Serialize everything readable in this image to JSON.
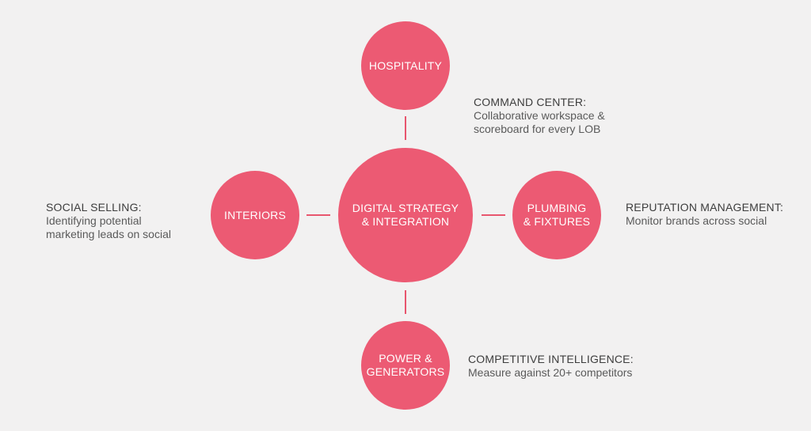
{
  "colors": {
    "background": "#f2f1f1",
    "node_fill": "#ec5a73",
    "connector": "#e8566e",
    "node_text": "#ffffff",
    "note_text": "#4a4a4a"
  },
  "nodes": {
    "center": "DIGITAL STRATEGY\n& INTEGRATION",
    "top": "HOSPITALITY",
    "left": "INTERIORS",
    "right": "PLUMBING\n& FIXTURES",
    "bottom": "POWER &\nGENERATORS"
  },
  "notes": {
    "command_center": {
      "title": "COMMAND CENTER:",
      "body": "Collaborative workspace &\nscoreboard for every LOB"
    },
    "social_selling": {
      "title": "SOCIAL SELLING:",
      "body": "Identifying potential\nmarketing leads on social"
    },
    "reputation_management": {
      "title": "REPUTATION MANAGEMENT:",
      "body": "Monitor brands across social"
    },
    "competitive_intelligence": {
      "title": "COMPETITIVE INTELLIGENCE:",
      "body": "Measure against 20+ competitors"
    }
  }
}
